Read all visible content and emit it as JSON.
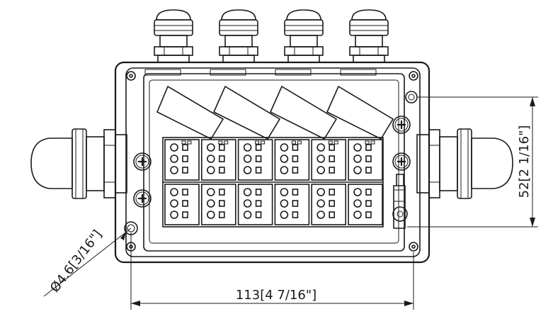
{
  "dimensions": {
    "width_label": "113[4 7/16\"]",
    "height_label": "52[2 1/16\"]",
    "hole_label": "Ø4.6[3/16\"]"
  },
  "cable_glands": {
    "top_count": 4,
    "side_count": 2
  },
  "terminal_blocks": {
    "rows": 2,
    "columns": 6
  },
  "colors": {
    "line": "#1a1a1a",
    "background": "#ffffff"
  }
}
